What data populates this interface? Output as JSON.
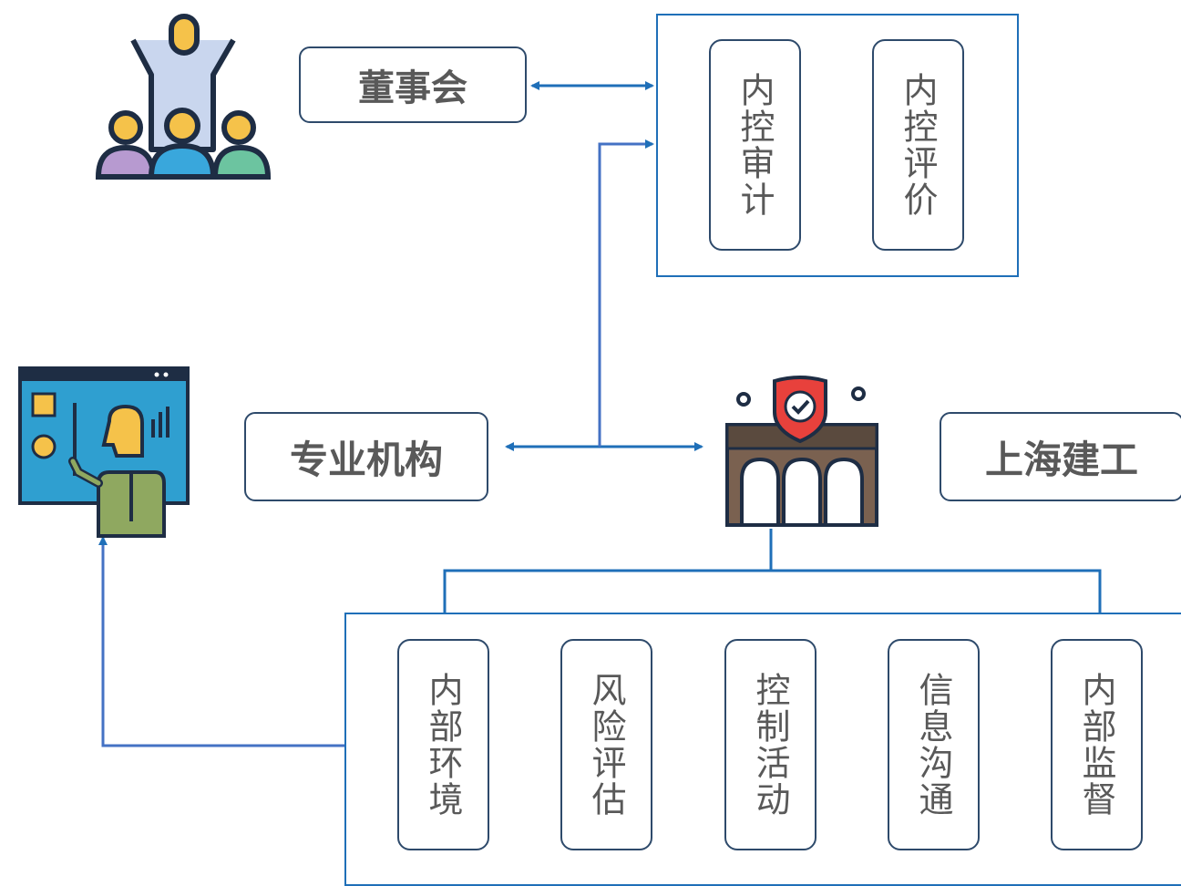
{
  "board": {
    "label": "董事会",
    "icon": "people-cheering-icon"
  },
  "agency": {
    "label": "专业机构",
    "icon": "presenter-board-icon"
  },
  "company": {
    "label": "上海建工",
    "icon": "building-shield-icon"
  },
  "control_review": {
    "items": [
      "内控审计",
      "内控评价"
    ]
  },
  "control_elements": {
    "items": [
      "内部环境",
      "风险评估",
      "控制活动",
      "信息沟通",
      "内部监督"
    ]
  },
  "colors": {
    "line": "#1f6fb8",
    "line_light": "#4472c4",
    "box_border": "#2e4a6b",
    "text": "#595959"
  }
}
